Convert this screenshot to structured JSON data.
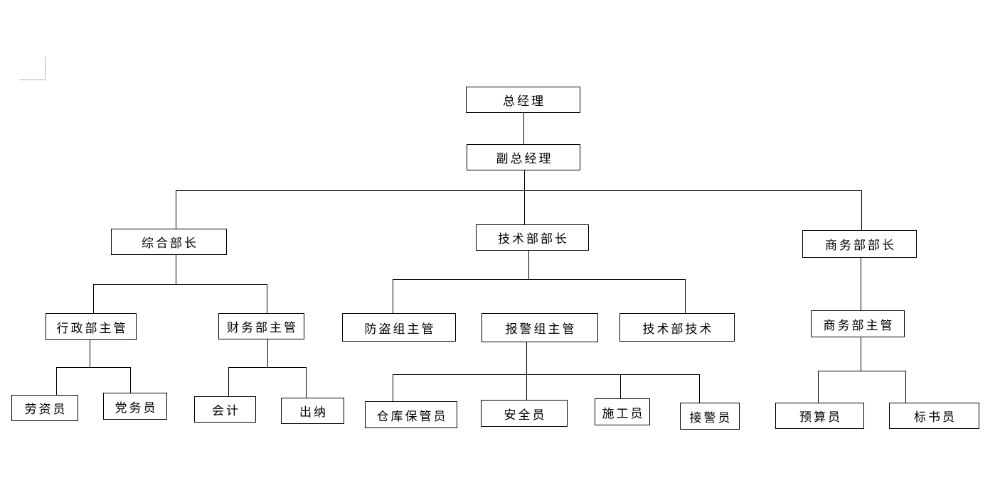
{
  "page": {
    "background": "#ffffff",
    "line_color": "#000000",
    "margin_mark_color": "#b3b3b3"
  },
  "diagram": {
    "type": "org-chart",
    "nodes": {
      "general_manager": {
        "label": "总经理"
      },
      "deputy_general_manager": {
        "label": "副总经理"
      },
      "general_dept_head": {
        "label": "综合部长"
      },
      "tech_dept_head": {
        "label": "技术部部长"
      },
      "commerce_dept_head": {
        "label": "商务部部长"
      },
      "admin_supervisor": {
        "label": "行政部主管"
      },
      "finance_supervisor": {
        "label": "财务部主管"
      },
      "antitheft_supervisor": {
        "label": "防盗组主管"
      },
      "alarm_supervisor": {
        "label": "报警组主管"
      },
      "tech_dept_tech": {
        "label": "技术部技术"
      },
      "commerce_supervisor": {
        "label": "商务部主管"
      },
      "labor_clerk": {
        "label": "劳资员"
      },
      "party_clerk": {
        "label": "党务员"
      },
      "accountant": {
        "label": "会计"
      },
      "cashier": {
        "label": "出纳"
      },
      "warehouse_keeper": {
        "label": "仓库保管员"
      },
      "safety_officer": {
        "label": "安全员"
      },
      "construction_worker": {
        "label": "施工员"
      },
      "alarm_receiver": {
        "label": "接警员"
      },
      "budget_officer": {
        "label": "预算员"
      },
      "bid_clerk": {
        "label": "标书员"
      }
    },
    "edges": [
      {
        "from": "general_manager",
        "to": "deputy_general_manager"
      },
      {
        "from": "deputy_general_manager",
        "to": "general_dept_head"
      },
      {
        "from": "deputy_general_manager",
        "to": "tech_dept_head"
      },
      {
        "from": "deputy_general_manager",
        "to": "commerce_dept_head"
      },
      {
        "from": "general_dept_head",
        "to": "admin_supervisor"
      },
      {
        "from": "general_dept_head",
        "to": "finance_supervisor"
      },
      {
        "from": "admin_supervisor",
        "to": "labor_clerk"
      },
      {
        "from": "admin_supervisor",
        "to": "party_clerk"
      },
      {
        "from": "finance_supervisor",
        "to": "accountant"
      },
      {
        "from": "finance_supervisor",
        "to": "cashier"
      },
      {
        "from": "tech_dept_head",
        "to": "antitheft_supervisor"
      },
      {
        "from": "tech_dept_head",
        "to": "alarm_supervisor"
      },
      {
        "from": "tech_dept_head",
        "to": "tech_dept_tech"
      },
      {
        "from": "alarm_supervisor",
        "to": "warehouse_keeper"
      },
      {
        "from": "alarm_supervisor",
        "to": "safety_officer"
      },
      {
        "from": "alarm_supervisor",
        "to": "construction_worker"
      },
      {
        "from": "alarm_supervisor",
        "to": "alarm_receiver"
      },
      {
        "from": "commerce_dept_head",
        "to": "commerce_supervisor"
      },
      {
        "from": "commerce_supervisor",
        "to": "budget_officer"
      },
      {
        "from": "commerce_supervisor",
        "to": "bid_clerk"
      }
    ]
  }
}
